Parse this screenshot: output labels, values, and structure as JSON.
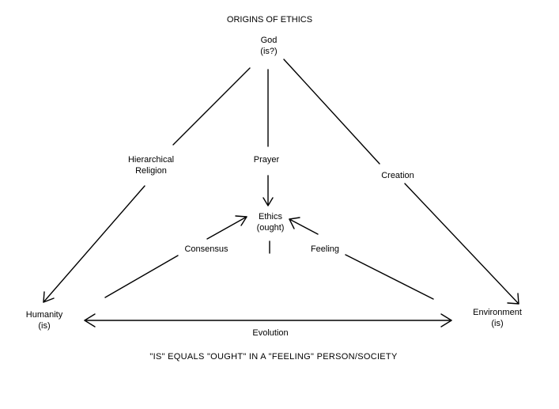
{
  "title": "ORIGINS OF ETHICS",
  "nodes": {
    "god": {
      "name": "God",
      "note": "(is?)"
    },
    "ethics": {
      "name": "Ethics",
      "note": "(ought)"
    },
    "humanity": {
      "name": "Humanity",
      "note": "(is)"
    },
    "environment": {
      "name": "Environment",
      "note": "(is)"
    }
  },
  "edges": {
    "hierarchical_religion": {
      "line1": "Hierarchical",
      "line2": "Religion"
    },
    "prayer": "Prayer",
    "creation": "Creation",
    "consensus": "Consensus",
    "feeling": "Feeling",
    "evolution": "Evolution"
  },
  "caption": "\"IS\" EQUALS \"OUGHT\" IN A \"FEELING\" PERSON/SOCIETY",
  "colors": {
    "ink": "#000000",
    "background": "#ffffff"
  }
}
